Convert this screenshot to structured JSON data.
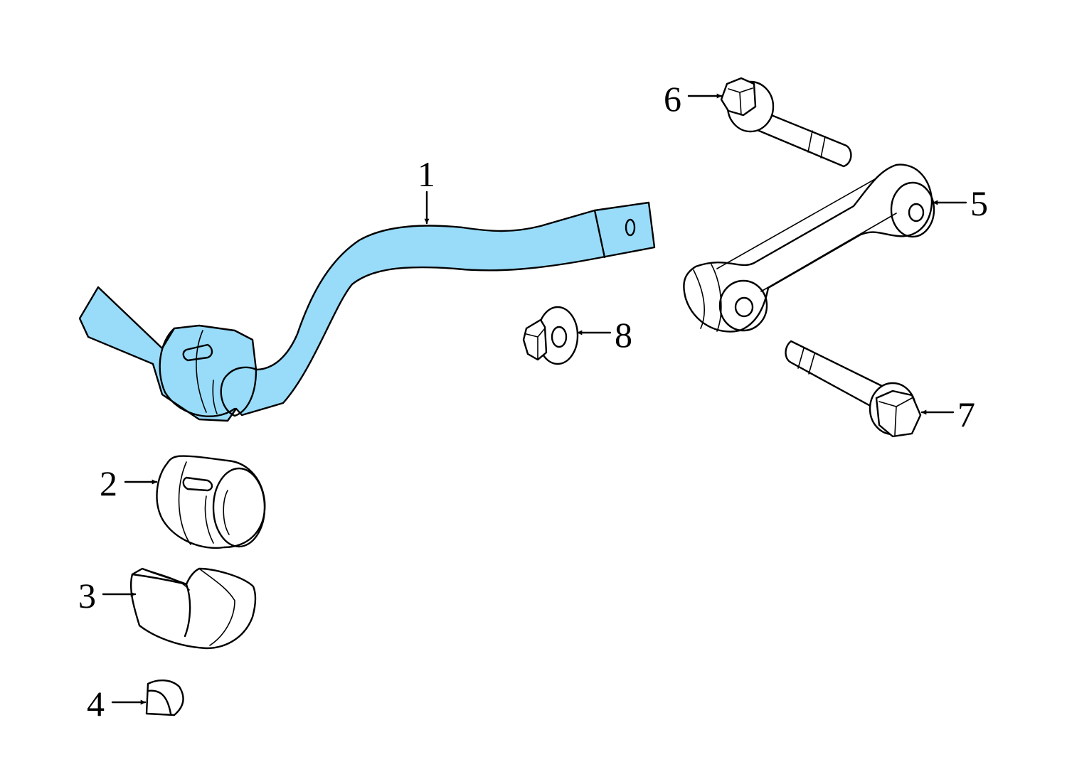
{
  "diagram": {
    "highlight_color": "#99dcfa",
    "outline_color": "#000000",
    "background_color": "#ffffff",
    "callouts": [
      {
        "id": "1",
        "label": "1"
      },
      {
        "id": "2",
        "label": "2"
      },
      {
        "id": "3",
        "label": "3"
      },
      {
        "id": "4",
        "label": "4"
      },
      {
        "id": "5",
        "label": "5"
      },
      {
        "id": "6",
        "label": "6"
      },
      {
        "id": "7",
        "label": "7"
      },
      {
        "id": "8",
        "label": "8"
      }
    ]
  }
}
